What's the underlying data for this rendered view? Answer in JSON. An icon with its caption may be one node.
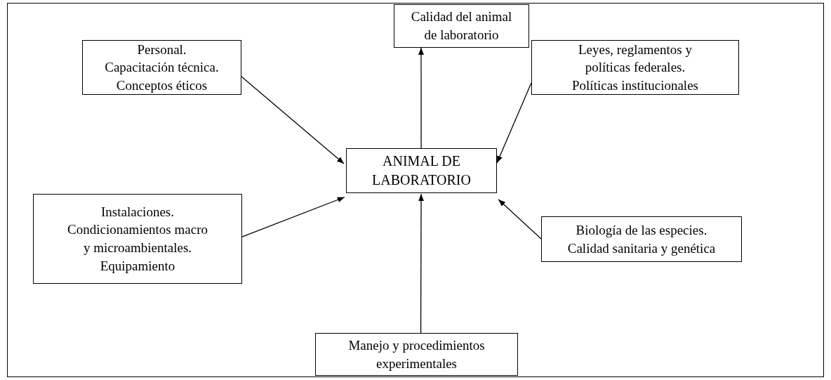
{
  "diagram": {
    "nodes": [
      {
        "text": [
          "Calidad del animal de laboratorio"
        ]
      },
      {
        "text": [
          "Personal. Capacitación técnica. Conceptos éticos"
        ]
      },
      {
        "text": [
          "Leyes, reglamentos y políticas federales. Políticas institucionales"
        ]
      },
      {
        "text": [
          "ANIMAL DE LABORATORIO"
        ]
      },
      {
        "text": [
          "Instalaciones. Condicionamientos macro y microambientales. Equipamiento"
        ]
      },
      {
        "text": [
          "Biología de las especies. Calidad sanitaria y genética"
        ]
      },
      {
        "text": [
          "Manejo y procedimientos experimentales"
        ]
      }
    ],
    "edges": [
      {
        "from": 3,
        "to": 0,
        "arrow": "to"
      },
      {
        "from": 1,
        "to": 3,
        "arrow": "to"
      },
      {
        "from": 2,
        "to": 3,
        "arrow": "to"
      },
      {
        "from": 4,
        "to": 3,
        "arrow": "to"
      },
      {
        "from": 5,
        "to": 3,
        "arrow": "to"
      },
      {
        "from": 6,
        "to": 3,
        "arrow": "to"
      }
    ]
  }
}
